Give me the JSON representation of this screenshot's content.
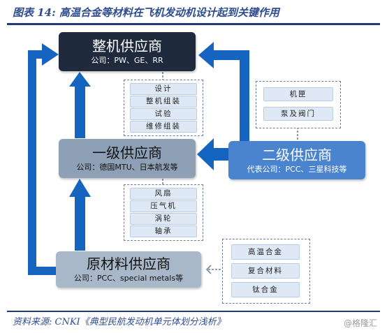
{
  "header": {
    "title": "图表 14:  高温合金等材料在飞机发动机设计起到关键作用"
  },
  "nodes": {
    "oem": {
      "name": "整机供应商",
      "sub": "公司：PW、GE、RR"
    },
    "tier1": {
      "name": "一级供应商",
      "sub": "公司：德国MTU、日本航发等"
    },
    "tier2": {
      "name": "二级供应商",
      "sub": "代表公司：PCC、三星科技等"
    },
    "raw": {
      "name": "原材料供应商",
      "sub": "公司：PCC、special metals等"
    }
  },
  "groups": {
    "oem_tasks": [
      "设计",
      "整机组装",
      "试验",
      "维修组装"
    ],
    "tier2_parts": [
      "机匣",
      "泵及阀门"
    ],
    "tier1_parts": [
      "风扇",
      "压气机",
      "涡轮",
      "轴承"
    ],
    "raw_materials": [
      "高温合金",
      "复合材料",
      "钛合金"
    ]
  },
  "footer": {
    "source": "资料来源:  CNKI《典型民航发动机单元体划分浅析》",
    "watermark": "@格隆汇"
  },
  "colors": {
    "arrow": "#1565c0",
    "title": "#2e4d8f",
    "rule": "#1f3b78",
    "oem_box": "#1f2a3c",
    "tier1_box": "#8ea0b6",
    "tier2_box": "#4a84cf",
    "raw_box": "#a9b8c8",
    "pill_fill": "#dfe9f6"
  }
}
